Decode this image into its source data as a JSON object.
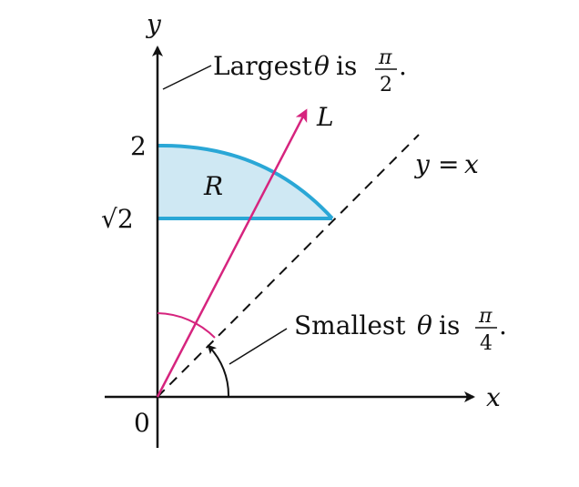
{
  "diagram": {
    "axes": {
      "x_label": "x",
      "y_label": "y",
      "origin_label": "0"
    },
    "y_ticks": [
      {
        "value": 2,
        "label": "2"
      },
      {
        "value": 1.41421356,
        "label": "√2"
      }
    ],
    "region": {
      "label": "R",
      "fill": "#cfe8f3",
      "stroke": "#2aa7d6"
    },
    "line_yx": {
      "label_lhs": "y",
      "label_eq": "=",
      "label_rhs": "x"
    },
    "ray_L": {
      "label": "L",
      "color": "#d6247e"
    },
    "annotation_largest": {
      "text_prefix": "Largest",
      "theta": "θ",
      "text_is": "is",
      "numerator": "π",
      "denominator": "2",
      "tail": "."
    },
    "annotation_smallest": {
      "text_prefix": "Smallest",
      "theta": "θ",
      "text_is": "is",
      "numerator": "π",
      "denominator": "4",
      "tail": "."
    }
  }
}
